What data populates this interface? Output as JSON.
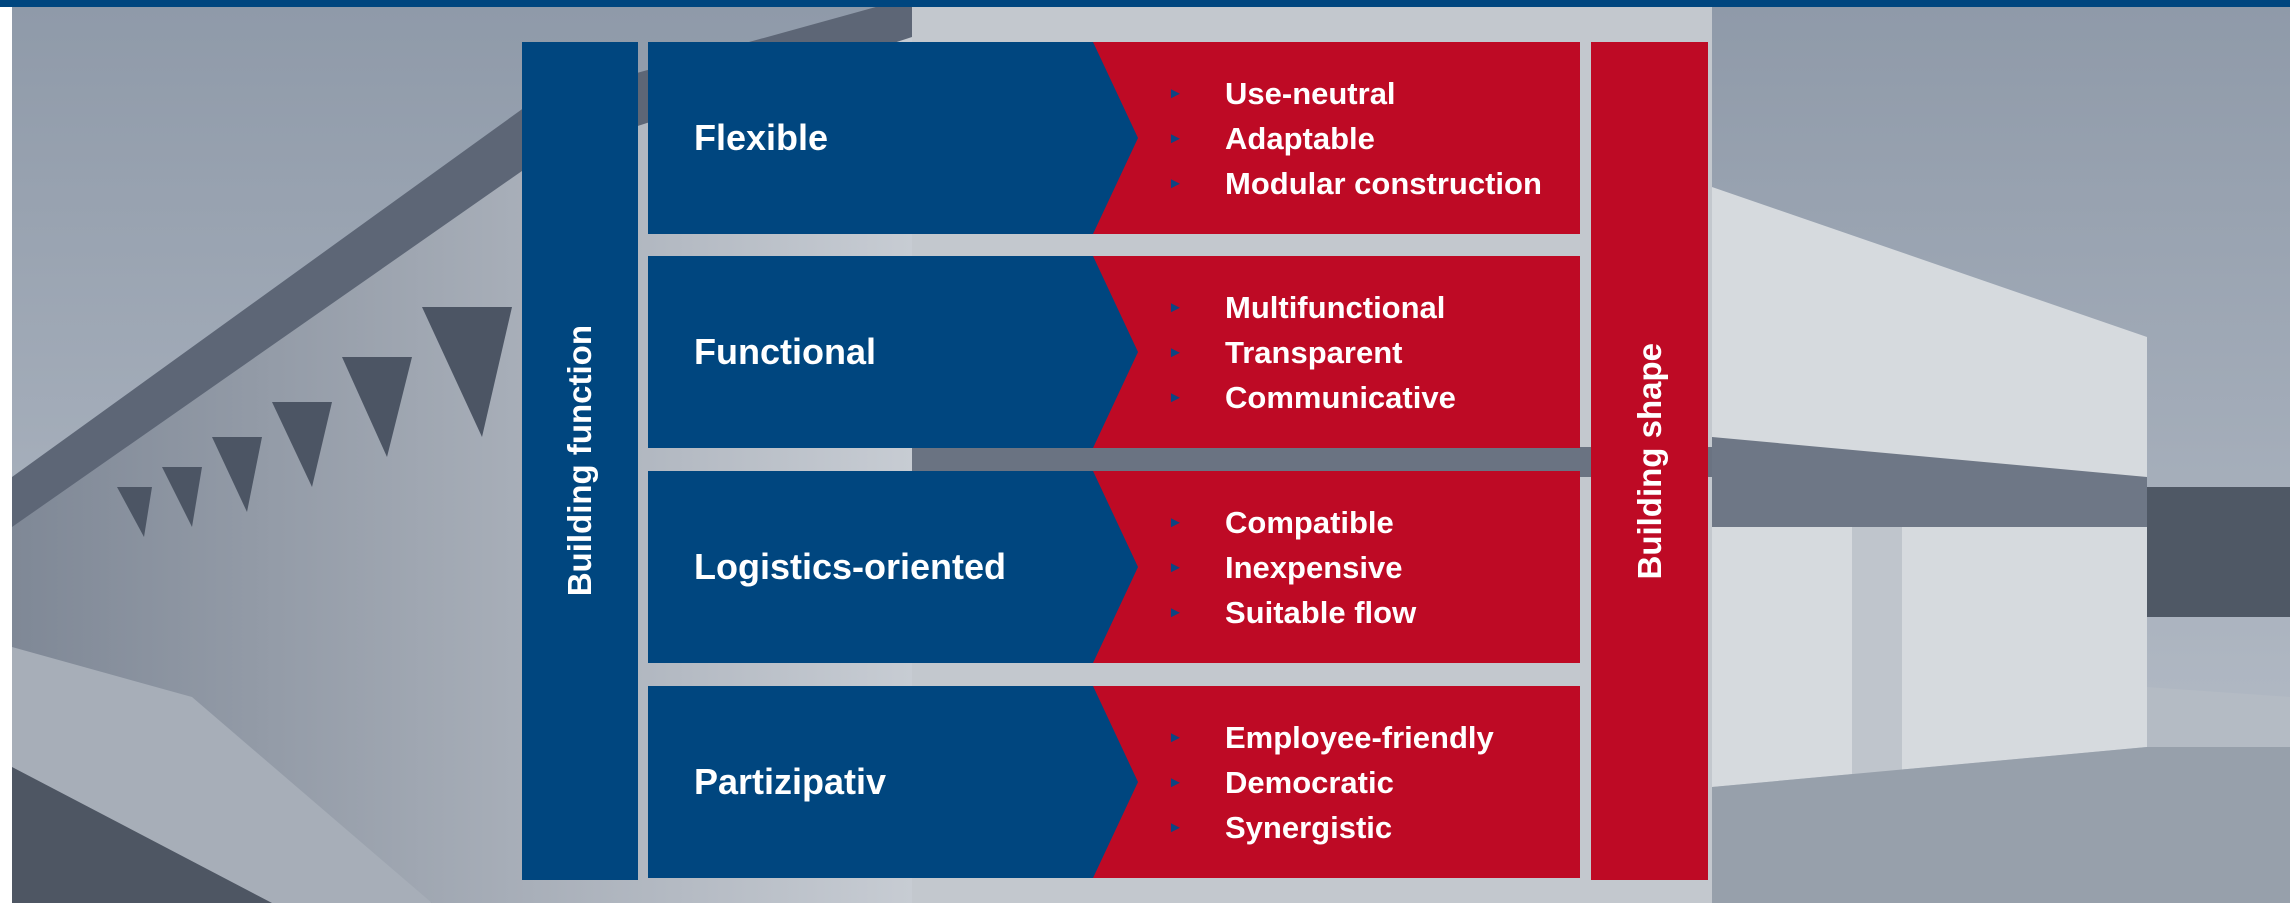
{
  "colors": {
    "blue": "#00467f",
    "red": "#be0a25",
    "top_bar": "#00467f",
    "photo_tint": "#8e9bab"
  },
  "background_photo": {
    "description_icon": "building-photo"
  },
  "left_bar": {
    "label": "Building function"
  },
  "right_bar": {
    "label": "Building shape"
  },
  "rows": [
    {
      "title": "Flexible",
      "items": [
        "Use-neutral",
        "Adaptable",
        "Modular construction"
      ]
    },
    {
      "title": "Functional",
      "items": [
        "Multifunctional",
        "Transparent",
        "Communicative"
      ]
    },
    {
      "title": "Logistics-oriented",
      "items": [
        "Compatible",
        "Inexpensive",
        "Suitable flow"
      ]
    },
    {
      "title": "Partizipativ",
      "items": [
        "Employee-friendly",
        "Democratic",
        "Synergistic"
      ]
    }
  ],
  "bullet_icon": "triangle-right-icon"
}
